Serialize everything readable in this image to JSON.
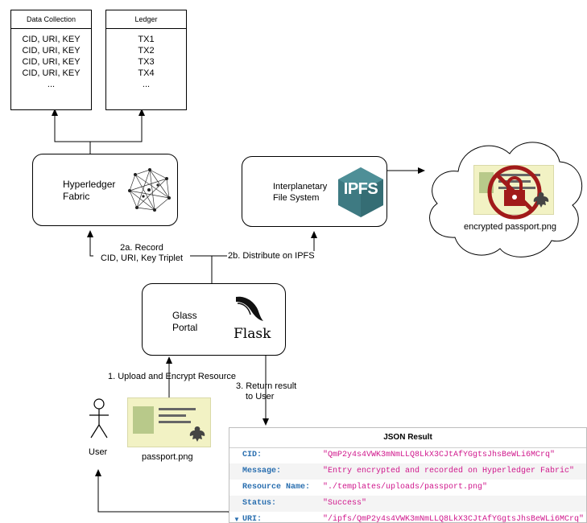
{
  "data_collection": {
    "title": "Data Collection",
    "rows": [
      "CID, URI, KEY",
      "CID, URI, KEY",
      "CID, URI, KEY",
      "CID, URI, KEY",
      "..."
    ]
  },
  "ledger": {
    "title": "Ledger",
    "rows": [
      "TX1",
      "TX2",
      "TX3",
      "TX4",
      "..."
    ]
  },
  "hyperledger": {
    "line1": "Hyperledger",
    "line2": "Fabric"
  },
  "ipfs": {
    "line1": "Interplanetary",
    "line2": "File System",
    "logo_text": "IPFS"
  },
  "cloud": {
    "caption": "encrypted passport.png"
  },
  "portal": {
    "line1": "Glass",
    "line2": "Portal",
    "logo_text": "Flask"
  },
  "edges": {
    "record_1": "2a. Record",
    "record_2": "CID, URI, Key Triplet",
    "distribute": "2b. Distribute on IPFS",
    "upload": "1. Upload and Encrypt Resource",
    "return_1": "3. Return result",
    "return_2": "to User"
  },
  "user": {
    "label": "User"
  },
  "passport": {
    "caption": "passport.png"
  },
  "json_result": {
    "title": "JSON Result",
    "rows": [
      {
        "key": "CID:",
        "value": "\"QmP2y4s4VWK3mNmLLQ8LkX3CJtAfYGgtsJhsBeWLi6MCrq\""
      },
      {
        "key": "Message:",
        "value": "\"Entry encrypted and recorded on Hyperledger Fabric\""
      },
      {
        "key": "Resource Name:",
        "value": "\"./templates/uploads/passport.png\""
      },
      {
        "key": "Status:",
        "value": "\"Success\""
      },
      {
        "key": "URI:",
        "value": "\"/ipfs/QmP2y4s4VWK3mNmLLQ8LkX3CJtAfYGgtsJhsBeWLi6MCrq\""
      }
    ]
  },
  "colors": {
    "ipfs_teal": "#3e7a82",
    "lock_red": "#a11a1a",
    "card_bg": "#f2f2c4",
    "card_green": "#b8c98a",
    "json_key": "#2a6fb0",
    "json_value": "#d0178c"
  }
}
